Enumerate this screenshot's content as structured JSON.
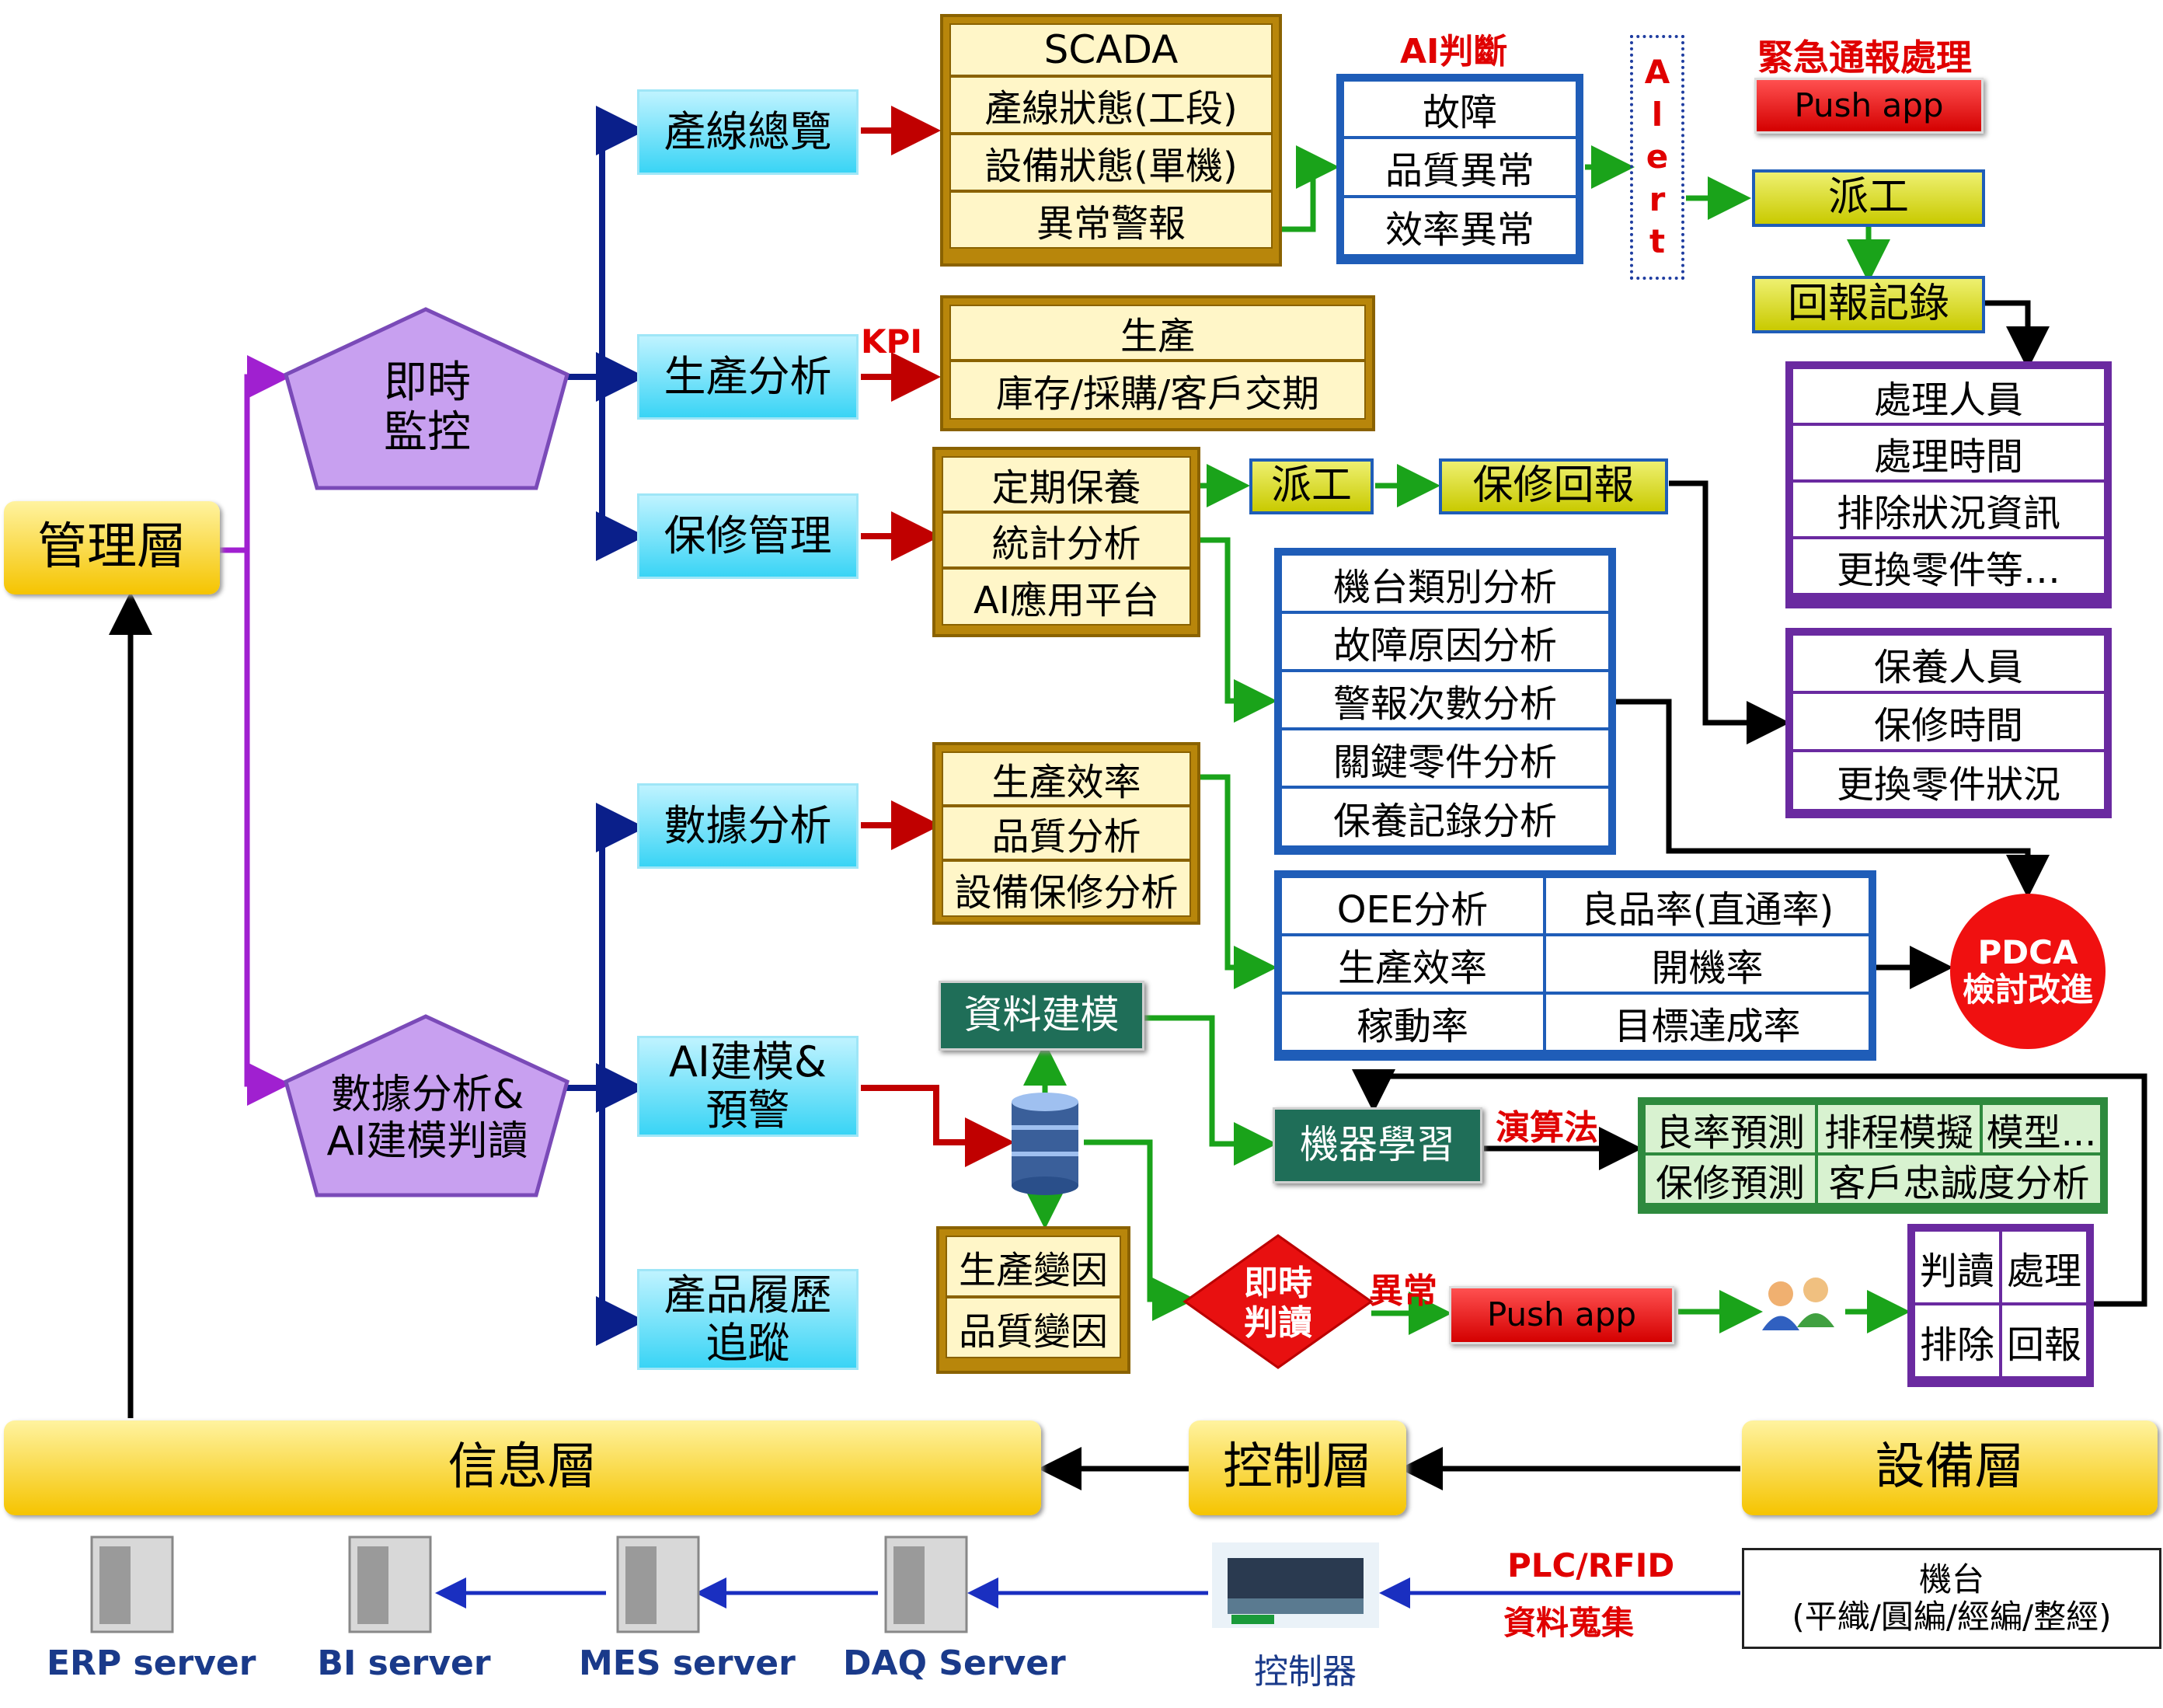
{
  "layers": {
    "management": "管理層",
    "info": "信息層",
    "control": "控制層",
    "equipment": "設備層"
  },
  "pentagons": {
    "realtime": [
      "即時",
      "監控"
    ],
    "analysis": [
      "數據分析&",
      "AI建模判讀"
    ]
  },
  "modules": {
    "line_overview": "產線總覽",
    "production_analysis": "生產分析",
    "maintenance": "保修管理",
    "data_analysis": "數據分析",
    "ai_modeling": [
      "AI建模&",
      "預警"
    ],
    "traceability": [
      "產品履歷",
      "追蹤"
    ]
  },
  "scada_box": [
    "SCADA",
    "產線狀態(工段)",
    "設備狀態(單機)",
    "異常警報"
  ],
  "production_box": [
    "生產",
    "庫存/採購/客戶交期"
  ],
  "maint_box": [
    "定期保養",
    "統計分析",
    "AI應用平台"
  ],
  "data_box": [
    "生產效率",
    "品質分析",
    "設備保修分析"
  ],
  "ai_judgement": {
    "title": "AI判斷",
    "items": [
      "故障",
      "品質異常",
      "效率異常"
    ]
  },
  "alert_letters": [
    "A",
    "l",
    "e",
    "r",
    "t"
  ],
  "emergency": {
    "title": "緊急通報處理",
    "push": "Push app"
  },
  "dispatch": "派工",
  "report_record": "回報記錄",
  "handling_box": [
    "處理人員",
    "處理時間",
    "排除狀況資訊",
    "更換零件等…"
  ],
  "maint_flow": {
    "dispatch": "派工",
    "report": "保修回報"
  },
  "analysis_box": [
    "機台類別分析",
    "故障原因分析",
    "警報次數分析",
    "關鍵零件分析",
    "保養記錄分析"
  ],
  "maint_record_box": [
    "保養人員",
    "保修時間",
    "更換零件狀況"
  ],
  "kpi_label": "KPI",
  "oee_box": [
    [
      "OEE分析",
      "良品率(直通率)"
    ],
    [
      "生產效率",
      "開機率"
    ],
    [
      "稼動率",
      "目標達成率"
    ]
  ],
  "pdca": [
    "PDCA",
    "檢討改進"
  ],
  "data_modeling": "資料建模",
  "machine_learning": "機器學習",
  "algorithm_label": "演算法",
  "prediction_box": [
    [
      "良率預測",
      "排程模擬",
      "模型..."
    ],
    [
      "保修預測",
      "客戶忠誠度分析"
    ]
  ],
  "factors_box": [
    "生產變因",
    "品質變因"
  ],
  "realtime_judge": [
    "即時",
    "判讀"
  ],
  "abnormal_label": "異常",
  "push_app2": "Push app",
  "handle_box": [
    [
      "判讀",
      "處理"
    ],
    [
      "排除",
      "回報"
    ]
  ],
  "servers": [
    "ERP server",
    "BI server",
    "MES server",
    "DAQ Server"
  ],
  "controller": "控制器",
  "plc_label": [
    "PLC/RFID",
    "資料蒐集"
  ],
  "machine": [
    "機台",
    "(平織/圓編/經編/整經)"
  ],
  "colors": {
    "cyan": "#39d4f5",
    "gold": "#f5c400",
    "purple": "#c8a0f0",
    "navy": "#0a1f8a",
    "red_arrow": "#c00000",
    "green_arrow": "#1aa31a",
    "magenta_arrow": "#a020d0"
  }
}
